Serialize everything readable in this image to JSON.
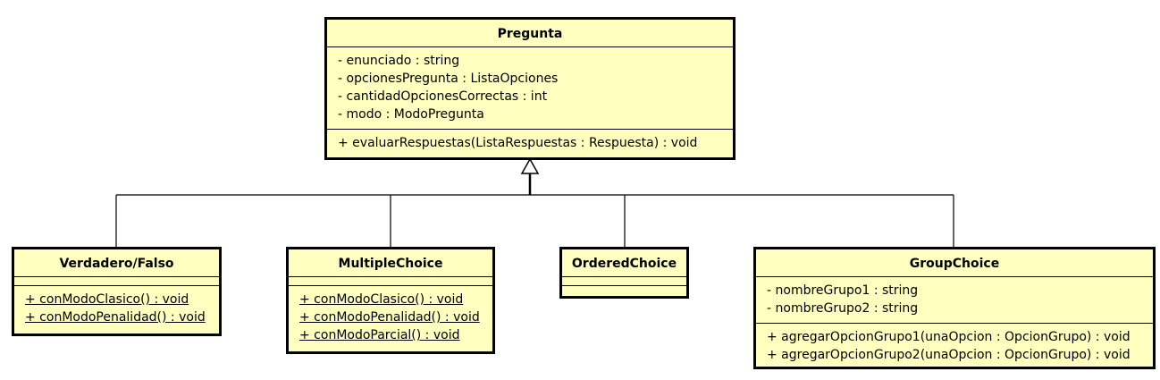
{
  "diagram_type": "uml-class",
  "classes": {
    "pregunta": {
      "name": "Pregunta",
      "attributes": [
        "- enunciado : string",
        "- opcionesPregunta : ListaOpciones",
        "- cantidadOpcionesCorrectas : int",
        "- modo : ModoPregunta"
      ],
      "methods": [
        "+ evaluarRespuestas(ListaRespuestas : Respuesta) : void"
      ]
    },
    "vf": {
      "name": "Verdadero/Falso",
      "attributes": [],
      "methods": [
        "+ conModoClasico() : void",
        "+ conModoPenalidad() : void"
      ]
    },
    "mc": {
      "name": "MultipleChoice",
      "attributes": [],
      "methods": [
        "+ conModoClasico() : void",
        "+ conModoPenalidad() : void",
        "+ conModoParcial() : void"
      ]
    },
    "oc": {
      "name": "OrderedChoice",
      "attributes": [],
      "methods": []
    },
    "gc": {
      "name": "GroupChoice",
      "attributes": [
        "- nombreGrupo1 : string",
        "- nombreGrupo2 : string"
      ],
      "methods": [
        "+ agregarOpcionGrupo1(unaOpcion : OpcionGrupo) : void",
        "+ agregarOpcionGrupo2(unaOpcion : OpcionGrupo) : void"
      ]
    }
  },
  "relations": [
    {
      "type": "generalization",
      "from": "Verdadero/Falso",
      "to": "Pregunta"
    },
    {
      "type": "generalization",
      "from": "MultipleChoice",
      "to": "Pregunta"
    },
    {
      "type": "generalization",
      "from": "OrderedChoice",
      "to": "Pregunta"
    },
    {
      "type": "generalization",
      "from": "GroupChoice",
      "to": "Pregunta"
    }
  ],
  "colors": {
    "class_fill": "#ffffc0",
    "stroke": "#000000"
  }
}
